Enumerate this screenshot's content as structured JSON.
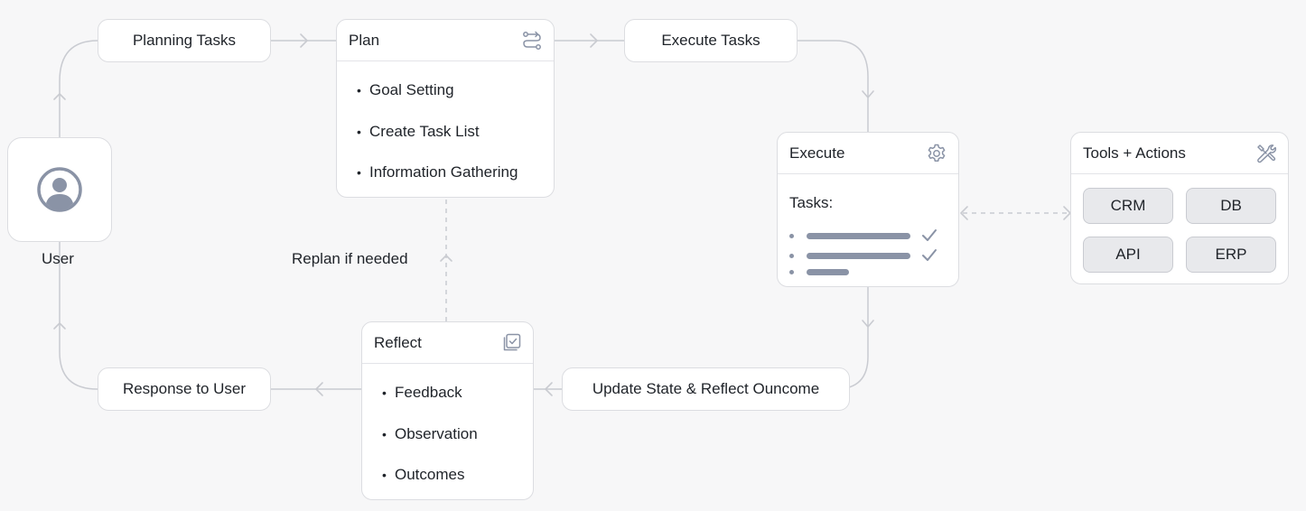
{
  "user": {
    "label": "User",
    "icon": "user-circle-icon"
  },
  "flow": {
    "planning_tasks": "Planning Tasks",
    "execute_tasks": "Execute Tasks",
    "update_state": "Update State & Reflect Ouncome",
    "response_to_user": "Response to User",
    "replan": "Replan if needed"
  },
  "plan": {
    "title": "Plan",
    "icon": "route-icon",
    "items": [
      "Goal Setting",
      "Create Task List",
      "Information Gathering"
    ]
  },
  "execute": {
    "title": "Execute",
    "icon": "gear-icon",
    "tasks_label": "Tasks:",
    "task_rows": [
      {
        "done": true
      },
      {
        "done": true
      },
      {
        "done": false
      }
    ]
  },
  "tools": {
    "title": "Tools + Actions",
    "icon": "tools-icon",
    "chips": [
      "CRM",
      "DB",
      "API",
      "ERP"
    ]
  },
  "reflect": {
    "title": "Reflect",
    "icon": "checklist-icon",
    "items": [
      "Feedback",
      "Observation",
      "Outcomes"
    ]
  },
  "colors": {
    "background": "#f7f7f8",
    "card_border": "#dcdde1",
    "connector": "#c9cbd1",
    "task_bar": "#8a93a6",
    "chip_fill": "#e8e9ec"
  }
}
